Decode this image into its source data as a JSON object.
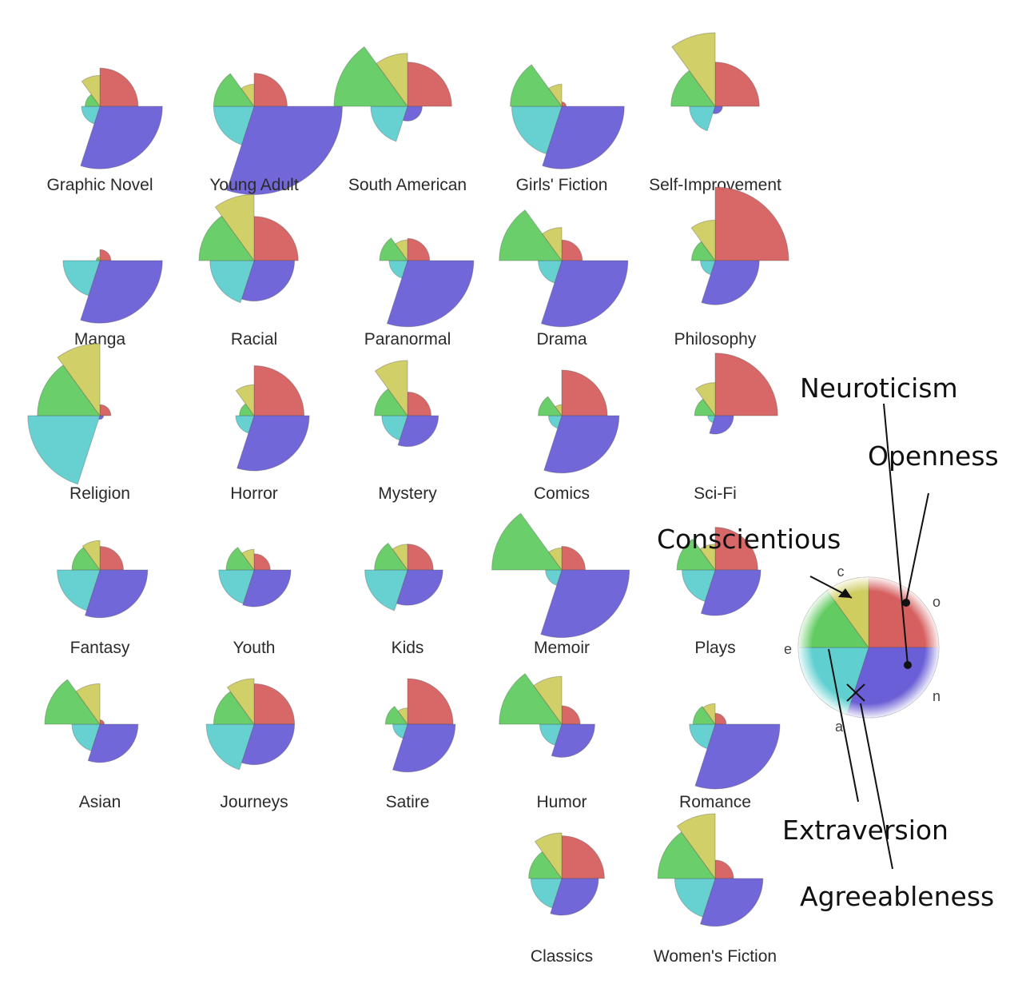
{
  "chart_data": {
    "type": "polar-area",
    "title": "",
    "categories": [
      "o",
      "n",
      "a",
      "e",
      "c"
    ],
    "category_colors": {
      "o": "#d65f5f",
      "n": "#6a5fd6",
      "a": "#5fcfcf",
      "e": "#62cc62",
      "c": "#cfcc60"
    },
    "genres": [
      {
        "name": "Graphic Novel",
        "values": [
          0.52,
          0.85,
          0.25,
          0.2,
          0.42
        ]
      },
      {
        "name": "Young Adult",
        "values": [
          0.45,
          1.2,
          0.55,
          0.55,
          0.3
        ]
      },
      {
        "name": "South American",
        "values": [
          0.6,
          0.2,
          0.5,
          1.0,
          0.72
        ]
      },
      {
        "name": "Girls' Fiction",
        "values": [
          0.06,
          0.85,
          0.68,
          0.7,
          0.3
        ]
      },
      {
        "name": "Self-Improvement",
        "values": [
          0.6,
          0.1,
          0.35,
          0.6,
          1.0
        ]
      },
      {
        "name": "Manga",
        "values": [
          0.15,
          0.85,
          0.5,
          0.05,
          0.05
        ]
      },
      {
        "name": "Racial",
        "values": [
          0.6,
          0.55,
          0.6,
          0.75,
          0.9
        ]
      },
      {
        "name": "Paranormal",
        "values": [
          0.3,
          0.9,
          0.25,
          0.38,
          0.28
        ]
      },
      {
        "name": "Drama",
        "values": [
          0.28,
          0.9,
          0.32,
          0.85,
          0.45
        ]
      },
      {
        "name": "Philosophy",
        "values": [
          1.0,
          0.6,
          0.2,
          0.32,
          0.55
        ]
      },
      {
        "name": "Religion",
        "values": [
          0.15,
          0.05,
          0.98,
          0.85,
          0.98
        ]
      },
      {
        "name": "Horror",
        "values": [
          0.68,
          0.75,
          0.25,
          0.2,
          0.42
        ]
      },
      {
        "name": "Mystery",
        "values": [
          0.32,
          0.42,
          0.35,
          0.45,
          0.75
        ]
      },
      {
        "name": "Comics",
        "values": [
          0.62,
          0.78,
          0.18,
          0.32,
          0.15
        ]
      },
      {
        "name": "Sci-Fi",
        "values": [
          0.85,
          0.25,
          0.1,
          0.28,
          0.45
        ]
      },
      {
        "name": "Fantasy",
        "values": [
          0.32,
          0.65,
          0.58,
          0.38,
          0.4
        ]
      },
      {
        "name": "Youth",
        "values": [
          0.22,
          0.5,
          0.48,
          0.38,
          0.28
        ]
      },
      {
        "name": "Kids",
        "values": [
          0.35,
          0.48,
          0.58,
          0.45,
          0.35
        ]
      },
      {
        "name": "Memoir",
        "values": [
          0.32,
          0.92,
          0.22,
          0.95,
          0.3
        ]
      },
      {
        "name": "Plays",
        "values": [
          0.58,
          0.62,
          0.45,
          0.52,
          0.35
        ]
      },
      {
        "name": "Asian",
        "values": [
          0.06,
          0.52,
          0.38,
          0.75,
          0.55
        ]
      },
      {
        "name": "Journeys",
        "values": [
          0.55,
          0.55,
          0.65,
          0.55,
          0.62
        ]
      },
      {
        "name": "Satire",
        "values": [
          0.62,
          0.65,
          0.2,
          0.3,
          0.22
        ]
      },
      {
        "name": "Humor",
        "values": [
          0.25,
          0.45,
          0.3,
          0.85,
          0.65
        ]
      },
      {
        "name": "Romance",
        "values": [
          0.15,
          0.88,
          0.35,
          0.3,
          0.28
        ]
      },
      {
        "name": "Classics",
        "values": [
          0.58,
          0.5,
          0.42,
          0.45,
          0.62
        ]
      },
      {
        "name": "Women's Fiction",
        "values": [
          0.25,
          0.65,
          0.55,
          0.78,
          0.88
        ]
      }
    ],
    "legend": {
      "slice_labels": [
        "c",
        "o",
        "e",
        "n",
        "a"
      ],
      "annotations": [
        "Neuroticism",
        "Openness",
        "Conscientious",
        "Extraversion",
        "Agreeableness"
      ]
    }
  }
}
